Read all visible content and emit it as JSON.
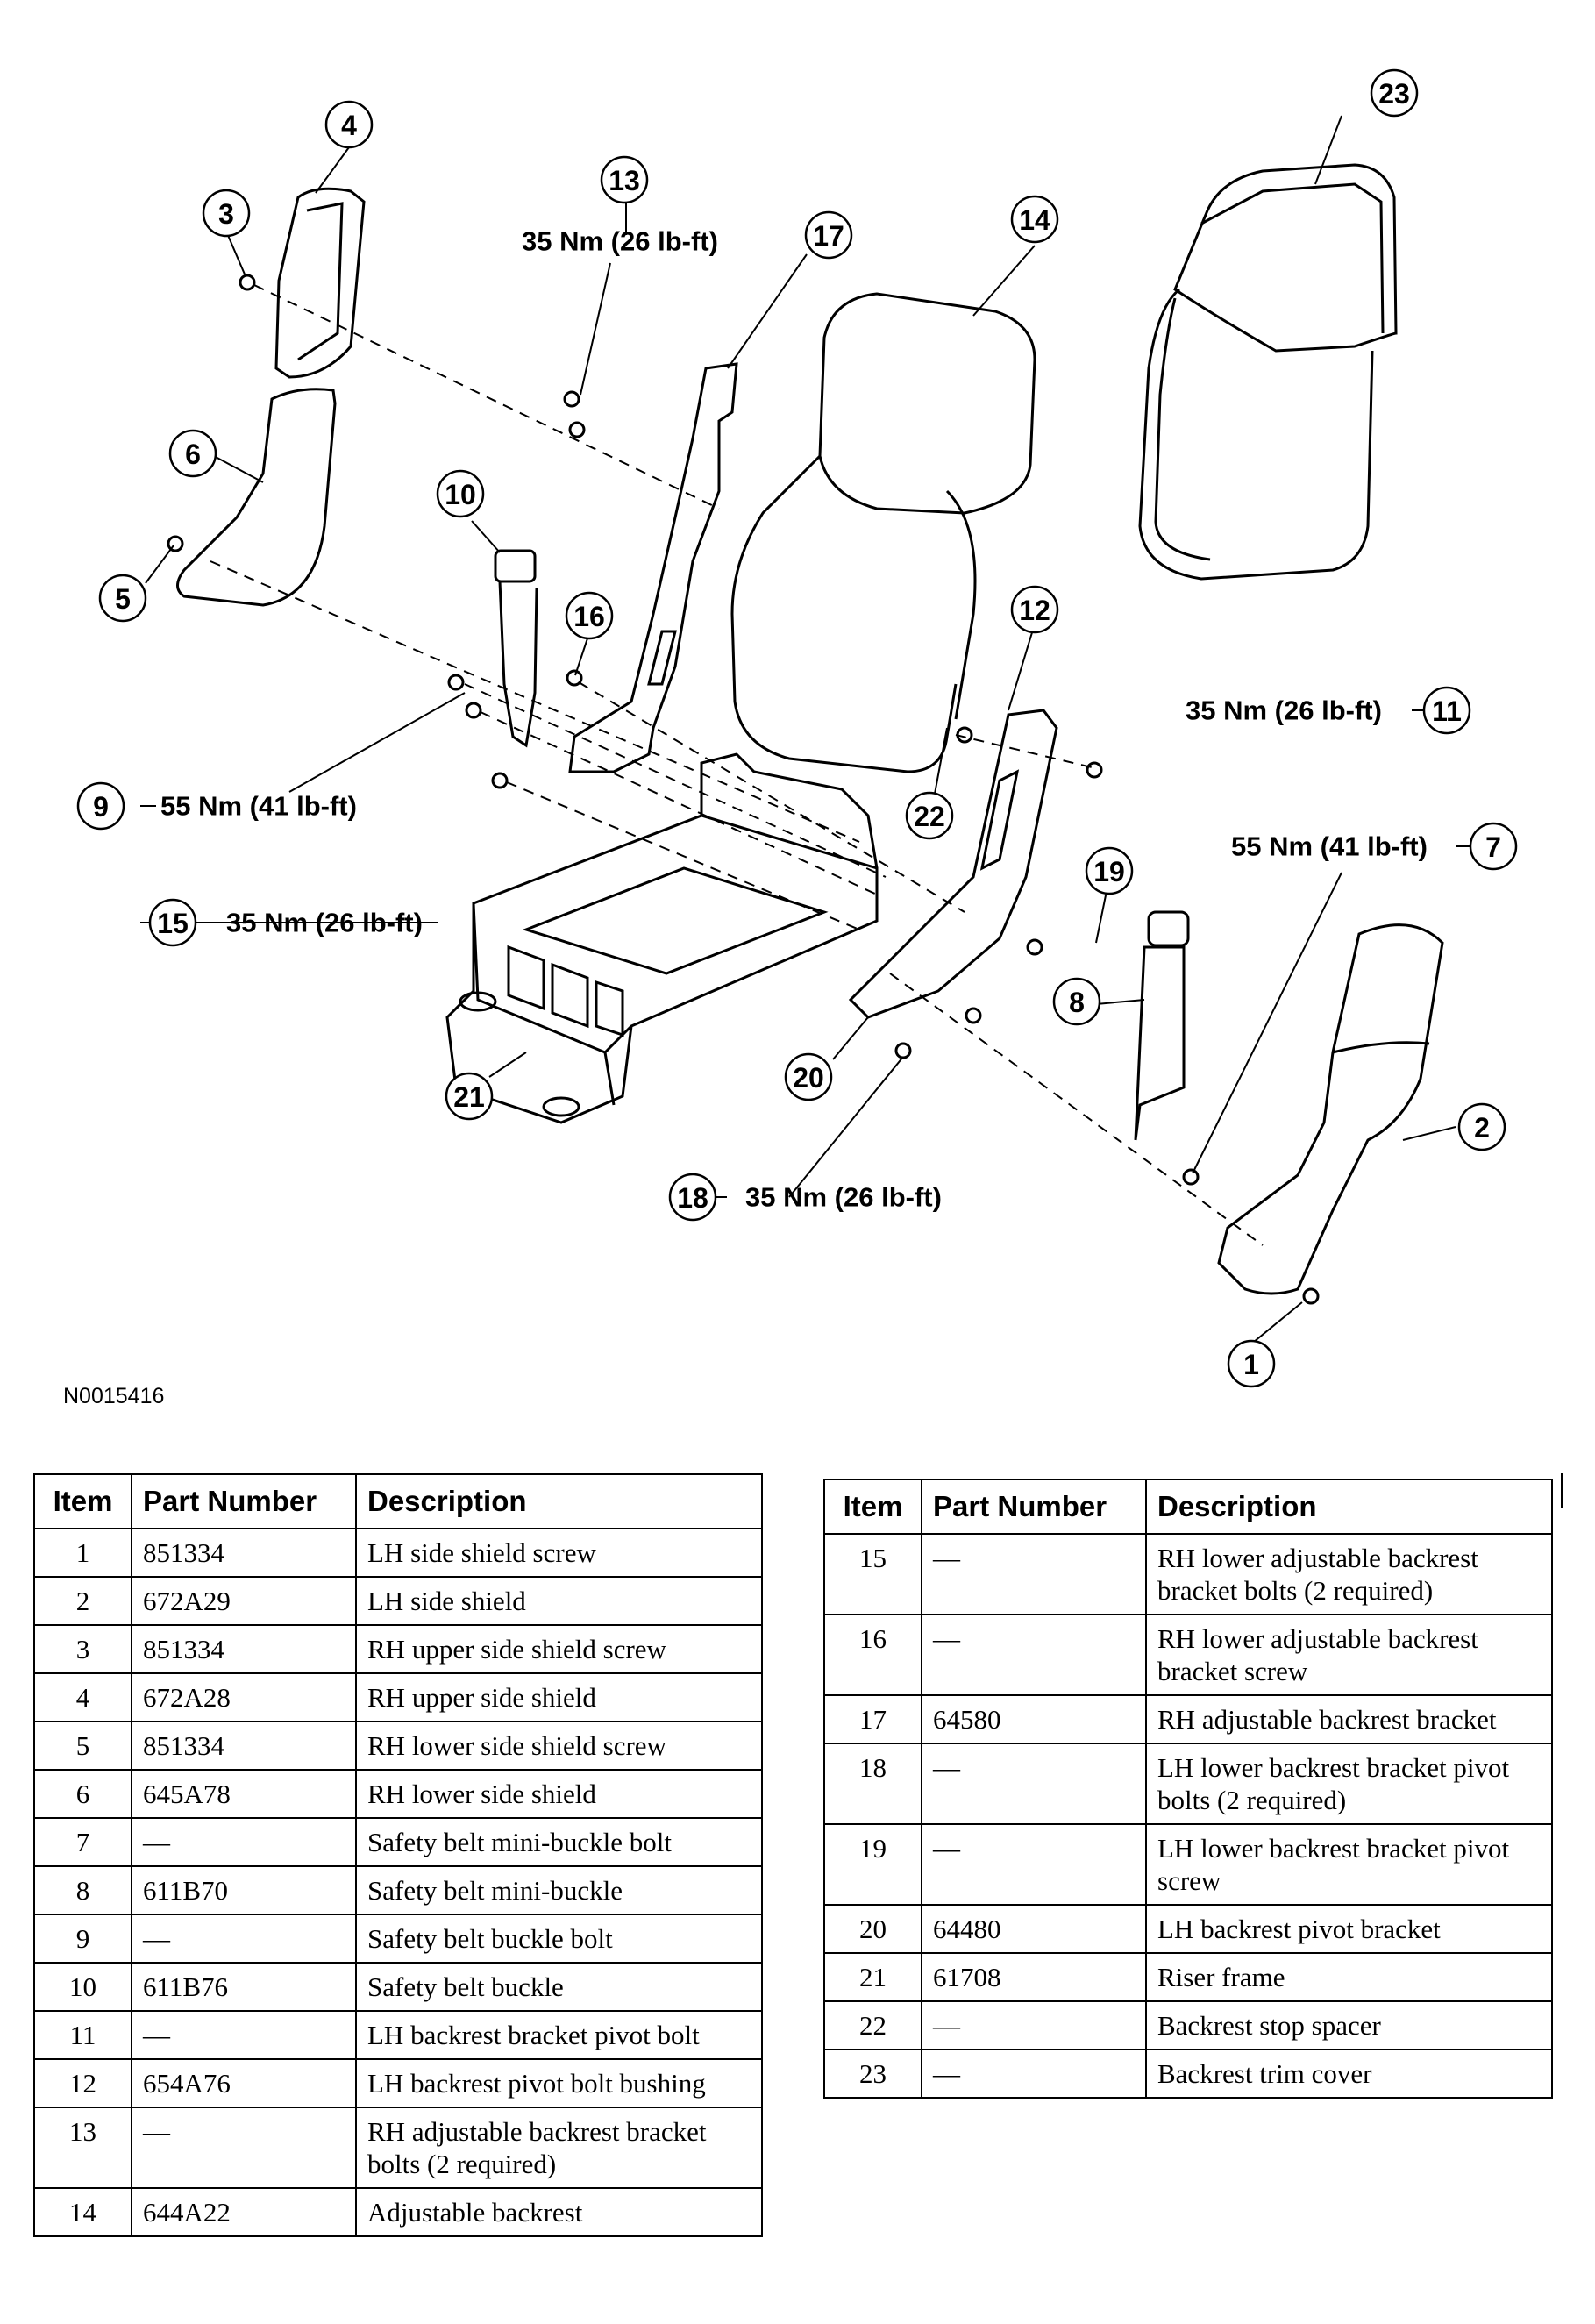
{
  "figure_id": "N0015416",
  "callouts": [
    "1",
    "2",
    "3",
    "4",
    "5",
    "6",
    "7",
    "8",
    "9",
    "10",
    "11",
    "12",
    "13",
    "14",
    "15",
    "16",
    "17",
    "18",
    "19",
    "20",
    "21",
    "22",
    "23"
  ],
  "torques": {
    "t13": "35 Nm (26 lb-ft)",
    "t11": "35 Nm (26 lb-ft)",
    "t9": "55 Nm (41 lb-ft)",
    "t7": "55 Nm (41 lb-ft)",
    "t15": "35 Nm (26 lb-ft)",
    "t18": "35 Nm (26 lb-ft)"
  },
  "table": {
    "headers": {
      "item": "Item",
      "part": "Part Number",
      "desc": "Description"
    },
    "left": [
      {
        "item": "1",
        "part": "851334",
        "desc": "LH side shield screw"
      },
      {
        "item": "2",
        "part": "672A29",
        "desc": "LH side shield"
      },
      {
        "item": "3",
        "part": "851334",
        "desc": "RH upper side shield screw"
      },
      {
        "item": "4",
        "part": "672A28",
        "desc": "RH upper side shield"
      },
      {
        "item": "5",
        "part": "851334",
        "desc": "RH lower side shield screw"
      },
      {
        "item": "6",
        "part": "645A78",
        "desc": "RH lower side shield"
      },
      {
        "item": "7",
        "part": "—",
        "desc": "Safety belt mini-buckle bolt"
      },
      {
        "item": "8",
        "part": "611B70",
        "desc": "Safety belt mini-buckle"
      },
      {
        "item": "9",
        "part": "—",
        "desc": "Safety belt buckle bolt"
      },
      {
        "item": "10",
        "part": "611B76",
        "desc": "Safety belt buckle"
      },
      {
        "item": "11",
        "part": "—",
        "desc": "LH backrest bracket pivot bolt"
      },
      {
        "item": "12",
        "part": "654A76",
        "desc": "LH backrest pivot bolt bushing"
      },
      {
        "item": "13",
        "part": "—",
        "desc": "RH adjustable backrest bracket bolts (2 required)"
      },
      {
        "item": "14",
        "part": "644A22",
        "desc": "Adjustable backrest"
      }
    ],
    "right": [
      {
        "item": "15",
        "part": "—",
        "desc": "RH lower adjustable backrest bracket bolts (2 required)"
      },
      {
        "item": "16",
        "part": "—",
        "desc": "RH lower adjustable backrest bracket screw"
      },
      {
        "item": "17",
        "part": "64580",
        "desc": "RH adjustable backrest bracket"
      },
      {
        "item": "18",
        "part": "—",
        "desc": "LH lower backrest bracket pivot bolts (2 required)"
      },
      {
        "item": "19",
        "part": "—",
        "desc": "LH lower backrest bracket pivot screw"
      },
      {
        "item": "20",
        "part": "64480",
        "desc": "LH backrest pivot bracket"
      },
      {
        "item": "21",
        "part": "61708",
        "desc": "Riser frame"
      },
      {
        "item": "22",
        "part": "—",
        "desc": "Backrest stop spacer"
      },
      {
        "item": "23",
        "part": "—",
        "desc": "Backrest trim cover"
      }
    ]
  }
}
